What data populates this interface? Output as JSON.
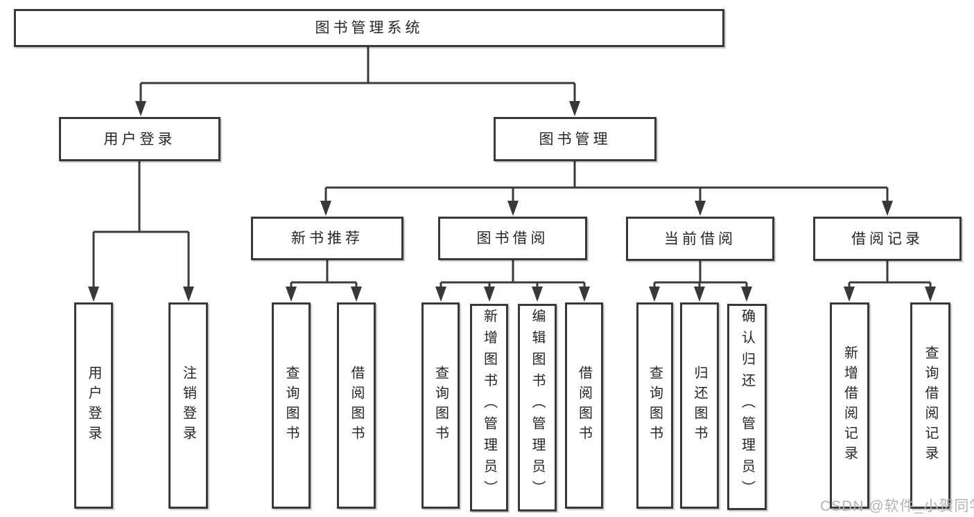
{
  "tree": {
    "root": {
      "label": "图书管理系统"
    },
    "level2": [
      {
        "label": "用户登录",
        "children": [
          {
            "label": "用户登录"
          },
          {
            "label": "注销登录"
          }
        ]
      },
      {
        "label": "图书管理",
        "children": [
          {
            "label": "新书推荐",
            "children": [
              {
                "label": "查询图书"
              },
              {
                "label": "借阅图书"
              }
            ]
          },
          {
            "label": "图书借阅",
            "children": [
              {
                "label": "查询图书"
              },
              {
                "label": "新增图书（管理员）"
              },
              {
                "label": "编辑图书（管理员）"
              },
              {
                "label": "借阅图书"
              }
            ]
          },
          {
            "label": "当前借阅",
            "children": [
              {
                "label": "查询图书"
              },
              {
                "label": "归还图书"
              },
              {
                "label": "确认归还（管理员）"
              }
            ]
          },
          {
            "label": "借阅记录",
            "children": [
              {
                "label": "新增借阅记录"
              },
              {
                "label": "查询借阅记录"
              }
            ]
          }
        ]
      }
    ]
  },
  "watermark": {
    "text": "CSDN @软件_小贺同学"
  }
}
